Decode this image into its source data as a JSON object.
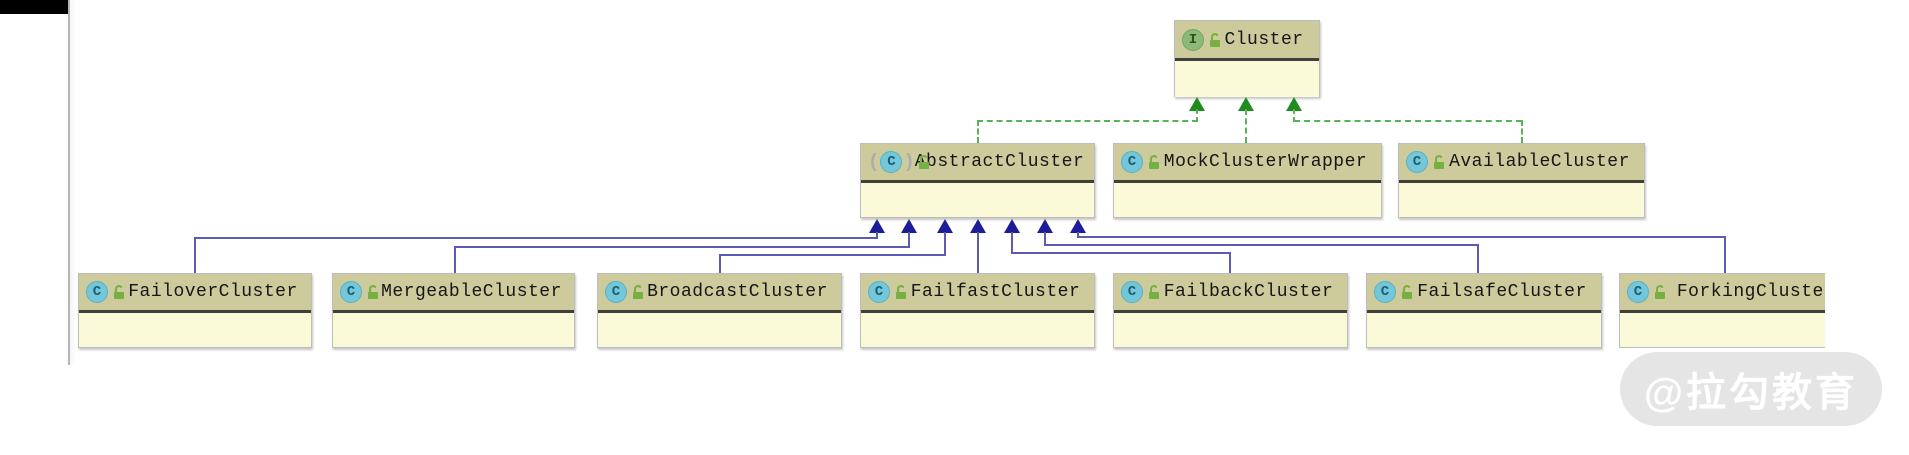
{
  "icons": {
    "class_letter": "C",
    "interface_letter": "I",
    "abstract_open_paren": "(",
    "abstract_close_paren": ")"
  },
  "nodes": {
    "cluster": {
      "label": "Cluster",
      "kind": "interface"
    },
    "abstract_cluster": {
      "label": "AbstractCluster",
      "kind": "abstract-class"
    },
    "mock_cluster_wrapper": {
      "label": "MockClusterWrapper",
      "kind": "class"
    },
    "available_cluster": {
      "label": "AvailableCluster",
      "kind": "class"
    },
    "failover_cluster": {
      "label": "FailoverCluster",
      "kind": "class"
    },
    "mergeable_cluster": {
      "label": "MergeableCluster",
      "kind": "class"
    },
    "broadcast_cluster": {
      "label": "BroadcastCluster",
      "kind": "class"
    },
    "failfast_cluster": {
      "label": "FailfastCluster",
      "kind": "class"
    },
    "failback_cluster": {
      "label": "FailbackCluster",
      "kind": "class"
    },
    "failsafe_cluster": {
      "label": "FailsafeCluster",
      "kind": "class"
    },
    "forking_cluster": {
      "label": "ForkingCluster",
      "kind": "class"
    }
  },
  "edges": {
    "implements": [
      {
        "from": "AbstractCluster",
        "to": "Cluster",
        "style": "green-dashed-arrow"
      },
      {
        "from": "MockClusterWrapper",
        "to": "Cluster",
        "style": "green-dashed-arrow"
      },
      {
        "from": "AvailableCluster",
        "to": "Cluster",
        "style": "green-dashed-arrow"
      }
    ],
    "extends": [
      {
        "from": "FailoverCluster",
        "to": "AbstractCluster",
        "style": "blue-solid-arrow"
      },
      {
        "from": "MergeableCluster",
        "to": "AbstractCluster",
        "style": "blue-solid-arrow"
      },
      {
        "from": "BroadcastCluster",
        "to": "AbstractCluster",
        "style": "blue-solid-arrow"
      },
      {
        "from": "FailfastCluster",
        "to": "AbstractCluster",
        "style": "blue-solid-arrow"
      },
      {
        "from": "FailbackCluster",
        "to": "AbstractCluster",
        "style": "blue-solid-arrow"
      },
      {
        "from": "FailsafeCluster",
        "to": "AbstractCluster",
        "style": "blue-solid-arrow"
      },
      {
        "from": "ForkingCluster",
        "to": "AbstractCluster",
        "style": "blue-solid-arrow"
      }
    ]
  },
  "colors": {
    "node_header_fill": "#cdca9c",
    "node_body_fill": "#fbfad8",
    "node_separator": "#403f38",
    "extends_line": "#5b5bb5",
    "extends_arrow": "#1d1d99",
    "implements_line": "#57b357",
    "implements_arrow": "#1f8c1f",
    "class_icon_fill": "#74c7db",
    "interface_icon_fill": "#8cb97a",
    "lock_icon_green": "#76b041"
  },
  "watermark": {
    "text": "@拉勾教育"
  }
}
